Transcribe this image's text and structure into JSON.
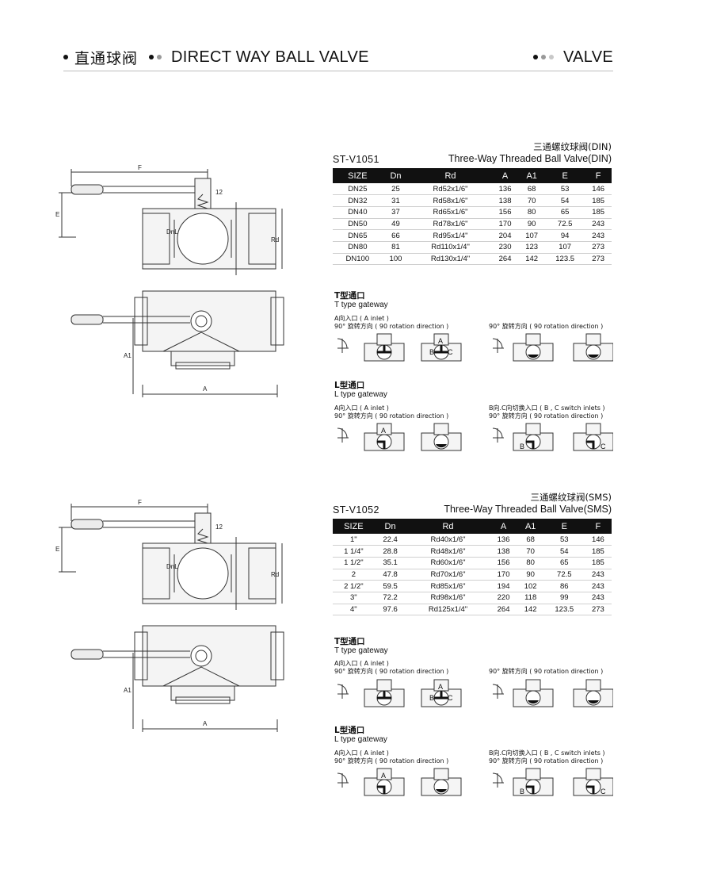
{
  "header": {
    "title_cn": "直通球阀",
    "title_en": "DIRECT WAY BALL VALVE",
    "category": "VALVE"
  },
  "sections": [
    {
      "model": "ST-V1051",
      "title_cn": "三通螺纹球阀(DIN)",
      "title_en": "Three-Way Threaded Ball Valve(DIN)",
      "columns": [
        "SIZE",
        "Dn",
        "Rd",
        "A",
        "A1",
        "E",
        "F"
      ],
      "rows": [
        [
          "DN25",
          "25",
          "Rd52x1/6\"",
          "136",
          "68",
          "53",
          "146"
        ],
        [
          "DN32",
          "31",
          "Rd58x1/6\"",
          "138",
          "70",
          "54",
          "185"
        ],
        [
          "DN40",
          "37",
          "Rd65x1/6\"",
          "156",
          "80",
          "65",
          "185"
        ],
        [
          "DN50",
          "49",
          "Rd78x1/6\"",
          "170",
          "90",
          "72.5",
          "243"
        ],
        [
          "DN65",
          "66",
          "Rd95x1/4\"",
          "204",
          "107",
          "94",
          "243"
        ],
        [
          "DN80",
          "81",
          "Rd110x1/4\"",
          "230",
          "123",
          "107",
          "273"
        ],
        [
          "DN100",
          "100",
          "Rd130x1/4\"",
          "264",
          "142",
          "123.5",
          "273"
        ]
      ],
      "drawing_labels": {
        "F": "F",
        "E": "E",
        "dim12": "12",
        "DnL": "DnL",
        "Rd": "Rd",
        "A1": "A1",
        "A": "A"
      },
      "t_gateway": {
        "title_cn": "T型通口",
        "title_en": "T  type gateway",
        "left_line1": "A向入口 ( A inlet )",
        "left_line2": "90°  旋转方向 ( 90 rotation direction )",
        "right_line2": "90°  旋转方向 ( 90 rotation direction )"
      },
      "l_gateway": {
        "title_cn": "L型通口",
        "title_en": "L type gateway",
        "left_line1": "A向入口 ( A inlet )",
        "left_line2": "90°  旋转方向 ( 90 rotation direction )",
        "right_line1": "B向.C向切换入口 ( B , C switch inlets )",
        "right_line2": "90°  旋转方向 ( 90 rotation direction )"
      },
      "port_labels": {
        "A": "A",
        "B": "B",
        "C": "C"
      }
    },
    {
      "model": "ST-V1052",
      "title_cn": "三通螺纹球阀(SMS)",
      "title_en": "Three-Way Threaded Ball Valve(SMS)",
      "columns": [
        "SIZE",
        "Dn",
        "Rd",
        "A",
        "A1",
        "E",
        "F"
      ],
      "rows": [
        [
          "1\"",
          "22.4",
          "Rd40x1/6\"",
          "136",
          "68",
          "53",
          "146"
        ],
        [
          "1 1/4\"",
          "28.8",
          "Rd48x1/6\"",
          "138",
          "70",
          "54",
          "185"
        ],
        [
          "1 1/2\"",
          "35.1",
          "Rd60x1/6\"",
          "156",
          "80",
          "65",
          "185"
        ],
        [
          "2",
          "47.8",
          "Rd70x1/6\"",
          "170",
          "90",
          "72.5",
          "243"
        ],
        [
          "2 1/2\"",
          "59.5",
          "Rd85x1/6\"",
          "194",
          "102",
          "86",
          "243"
        ],
        [
          "3\"",
          "72.2",
          "Rd98x1/6\"",
          "220",
          "118",
          "99",
          "243"
        ],
        [
          "4\"",
          "97.6",
          "Rd125x1/4\"",
          "264",
          "142",
          "123.5",
          "273"
        ]
      ],
      "drawing_labels": {
        "F": "F",
        "E": "E",
        "dim12": "12",
        "DnL": "DnL",
        "Rd": "Rd",
        "A1": "A1",
        "A": "A"
      },
      "t_gateway": {
        "title_cn": "T型通口",
        "title_en": "T  type gateway",
        "left_line1": "A向入口 ( A inlet )",
        "left_line2": "90°  旋转方向 ( 90 rotation direction )",
        "right_line2": "90°  旋转方向 ( 90 rotation direction )"
      },
      "l_gateway": {
        "title_cn": "L型通口",
        "title_en": "L type gateway",
        "left_line1": "A向入口 ( A inlet )",
        "left_line2": "90°  旋转方向 ( 90 rotation direction )",
        "right_line1": "B向.C向切换入口 ( B , C switch inlets )",
        "right_line2": "90°  旋转方向 ( 90 rotation direction )"
      },
      "port_labels": {
        "A": "A",
        "B": "B",
        "C": "C"
      }
    }
  ]
}
